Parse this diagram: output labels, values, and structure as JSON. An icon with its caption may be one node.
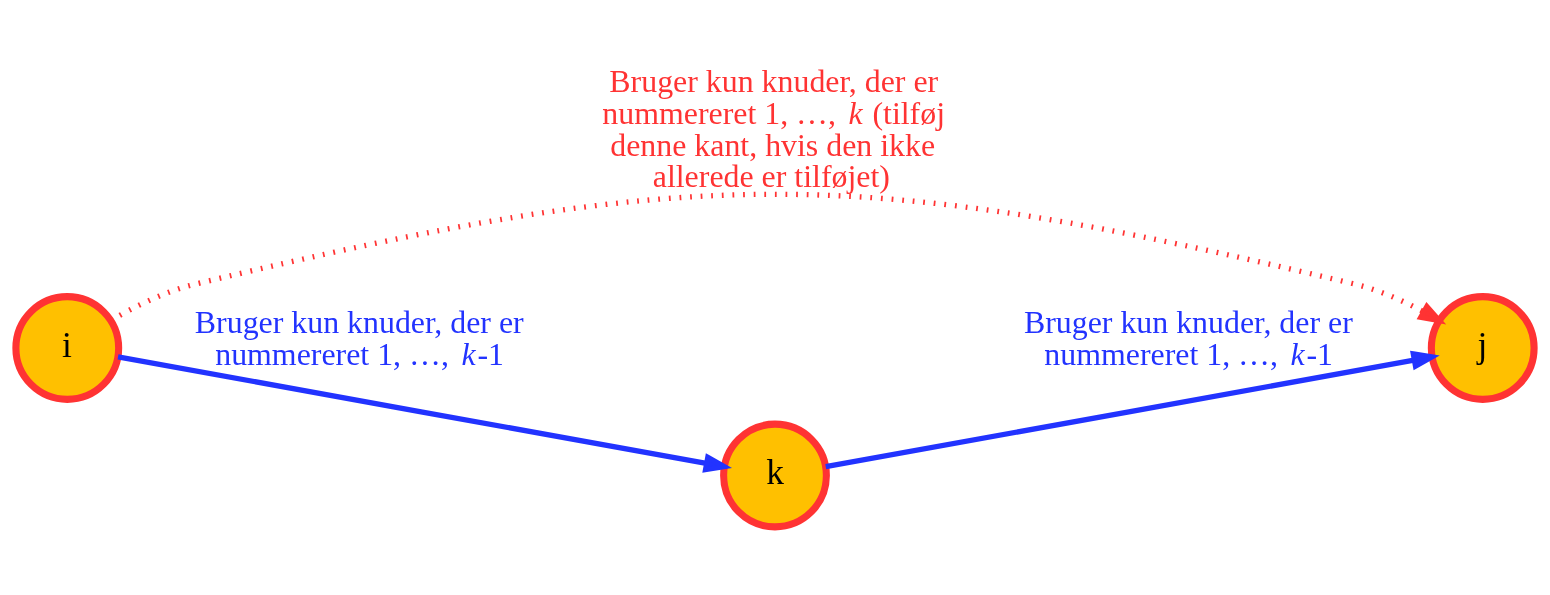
{
  "diagram": {
    "nodes": [
      {
        "text": [
          "i"
        ]
      },
      {
        "text": [
          "j"
        ]
      },
      {
        "text": [
          "k"
        ]
      }
    ],
    "edges": [
      {
        "from": 0,
        "to": 1,
        "arrow": "to",
        "style": "dashed",
        "color": "#ff3333",
        "label": "Bruger kun knuder, der er nummereret 1, …, *k* (tilføj denne kant, hvis den ikke allerede er tilføjet)"
      },
      {
        "from": 0,
        "to": 2,
        "arrow": "to",
        "label": "Bruger kun knuder, der er nummereret 1, …, *k*-1"
      },
      {
        "from": 2,
        "to": 1,
        "arrow": "to",
        "label": "Bruger kun knuder, der er nummereret 1, …, *k*-1"
      }
    ]
  }
}
